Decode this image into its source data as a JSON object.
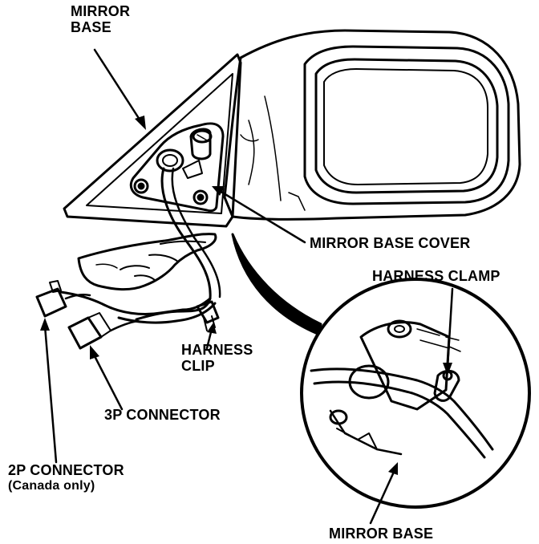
{
  "colors": {
    "ink": "#000000",
    "paper": "#ffffff"
  },
  "labels": {
    "mirror_base_top": {
      "line1": "MIRROR",
      "line2": "BASE"
    },
    "mirror_base_cover": "MIRROR BASE COVER",
    "harness_clamp": "HARNESS CLAMP",
    "harness_clip": {
      "line1": "HARNESS",
      "line2": "CLIP"
    },
    "connector_3p": "3P CONNECTOR",
    "connector_2p": {
      "line1": "2P CONNECTOR",
      "line2": "(Canada only)"
    },
    "mirror_base_bottom": "MIRROR BASE"
  }
}
